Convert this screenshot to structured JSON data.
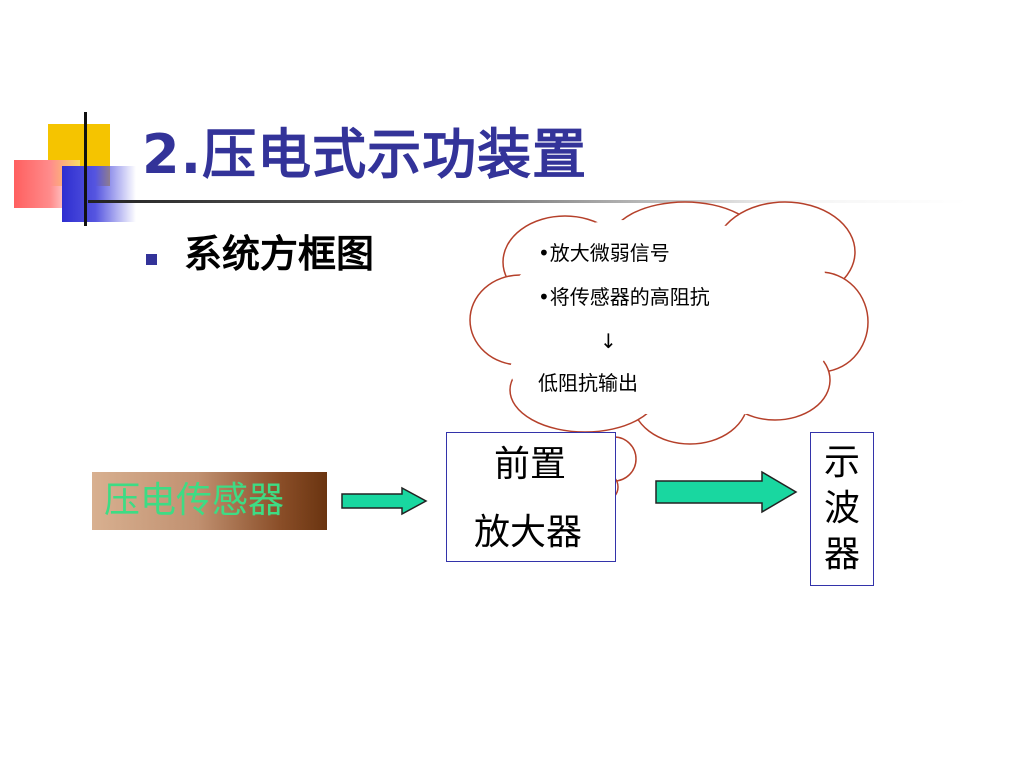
{
  "slide": {
    "title": "2.压电式示功装置",
    "bullet": "系统方框图"
  },
  "cloud": {
    "line1": "•放大微弱信号",
    "line2": "•将传感器的高阻抗",
    "arrow": "↓",
    "line3": "低阻抗输出"
  },
  "diagram": {
    "sensor_label": "压电传感器",
    "amplifier_line1": "前置",
    "amplifier_line2": "放大器",
    "oscilloscope_chars": [
      "示",
      "波",
      "器"
    ]
  },
  "colors": {
    "title": "#333399",
    "arrow_fill": "#19d7a0",
    "sensor_text": "#3ddc84",
    "box_border": "#3333aa",
    "cloud_stroke": "#b5402a"
  }
}
